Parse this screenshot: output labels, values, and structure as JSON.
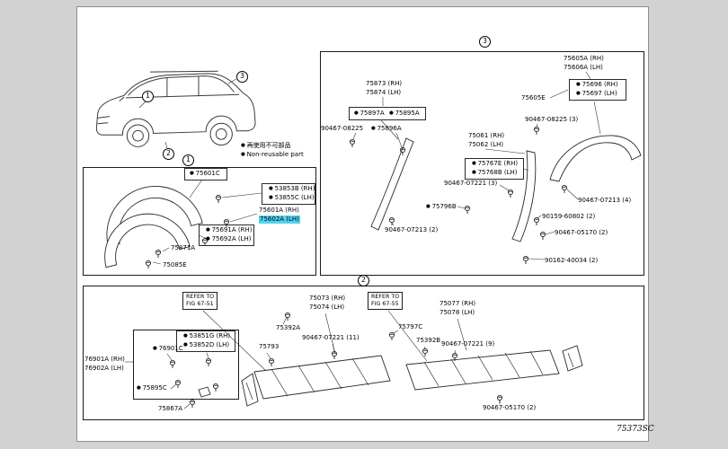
{
  "doc_code": "75373SC",
  "highlight_color": "#53d1ef",
  "legend": {
    "jp": "再使用不可部品",
    "en": "Non-reusable part"
  },
  "callouts": {
    "one": "1",
    "two": "2",
    "three": "3"
  },
  "section1": {
    "parts": {
      "p75601C": "75601C",
      "p53853B": "53853B (RH)",
      "p53855C": "53855C (LH)",
      "p75601A": "75601A (RH)",
      "p75602A": "75602A (LH)",
      "p75691A": "75691A (RH)",
      "p75692A": "75692A (LH)",
      "p75871A": "75871A",
      "p75085E": "75085E"
    }
  },
  "section3": {
    "parts": {
      "p75873": "75873 (RH)",
      "p75874": "75874 (LH)",
      "p75897A": "75897A",
      "p75895A": "75895A",
      "p75896A": "75896A",
      "p90467_08225": "90467-08225",
      "p75796B": "75796B",
      "p90467_07213_2": "90467-07213 (2)",
      "p75061": "75061 (RH)",
      "p75062": "75062 (LH)",
      "p75767E": "75767E (RH)",
      "p75768B": "75768B (LH)",
      "p90467_07221_3": "90467-07221 (3)",
      "p90159_60802_2": "90159-60802 (2)",
      "p90467_05170_2": "90467-05170 (2)",
      "p90162_40034_2": "90162-40034 (2)",
      "p75605A": "75605A (RH)",
      "p75606A": "75606A (LH)",
      "p75605E": "75605E",
      "p75696": "75696 (RH)",
      "p75697": "75697 (LH)",
      "p90467_08225_3": "90467-08225 (3)",
      "p90467_07213_4": "90467-07213 (4)"
    }
  },
  "section2": {
    "refer1": {
      "line1": "REFER TO",
      "line2": "FIG 67-51"
    },
    "refer2": {
      "line1": "REFER TO",
      "line2": "FIG 67-55"
    },
    "parts": {
      "p75073": "75073 (RH)",
      "p75074": "75074 (LH)",
      "p75077": "75077 (RH)",
      "p75078": "75078 (LH)",
      "p76901A": "76901A (RH)",
      "p76902A": "76902A (LH)",
      "p76901C": "76901C",
      "p53851G": "53851G (RH)",
      "p53852D": "53852D (LH)",
      "p75895C": "75895C",
      "p75867A": "75867A",
      "p75392A": "75392A",
      "p75793": "75793",
      "p75797C": "75797C",
      "p75392B": "75392B",
      "p90467_07221_11": "90467-07221 (11)",
      "p90467_07221_9": "90467-07221 (9)",
      "p90467_05170_2": "90467-05170 (2)"
    }
  }
}
